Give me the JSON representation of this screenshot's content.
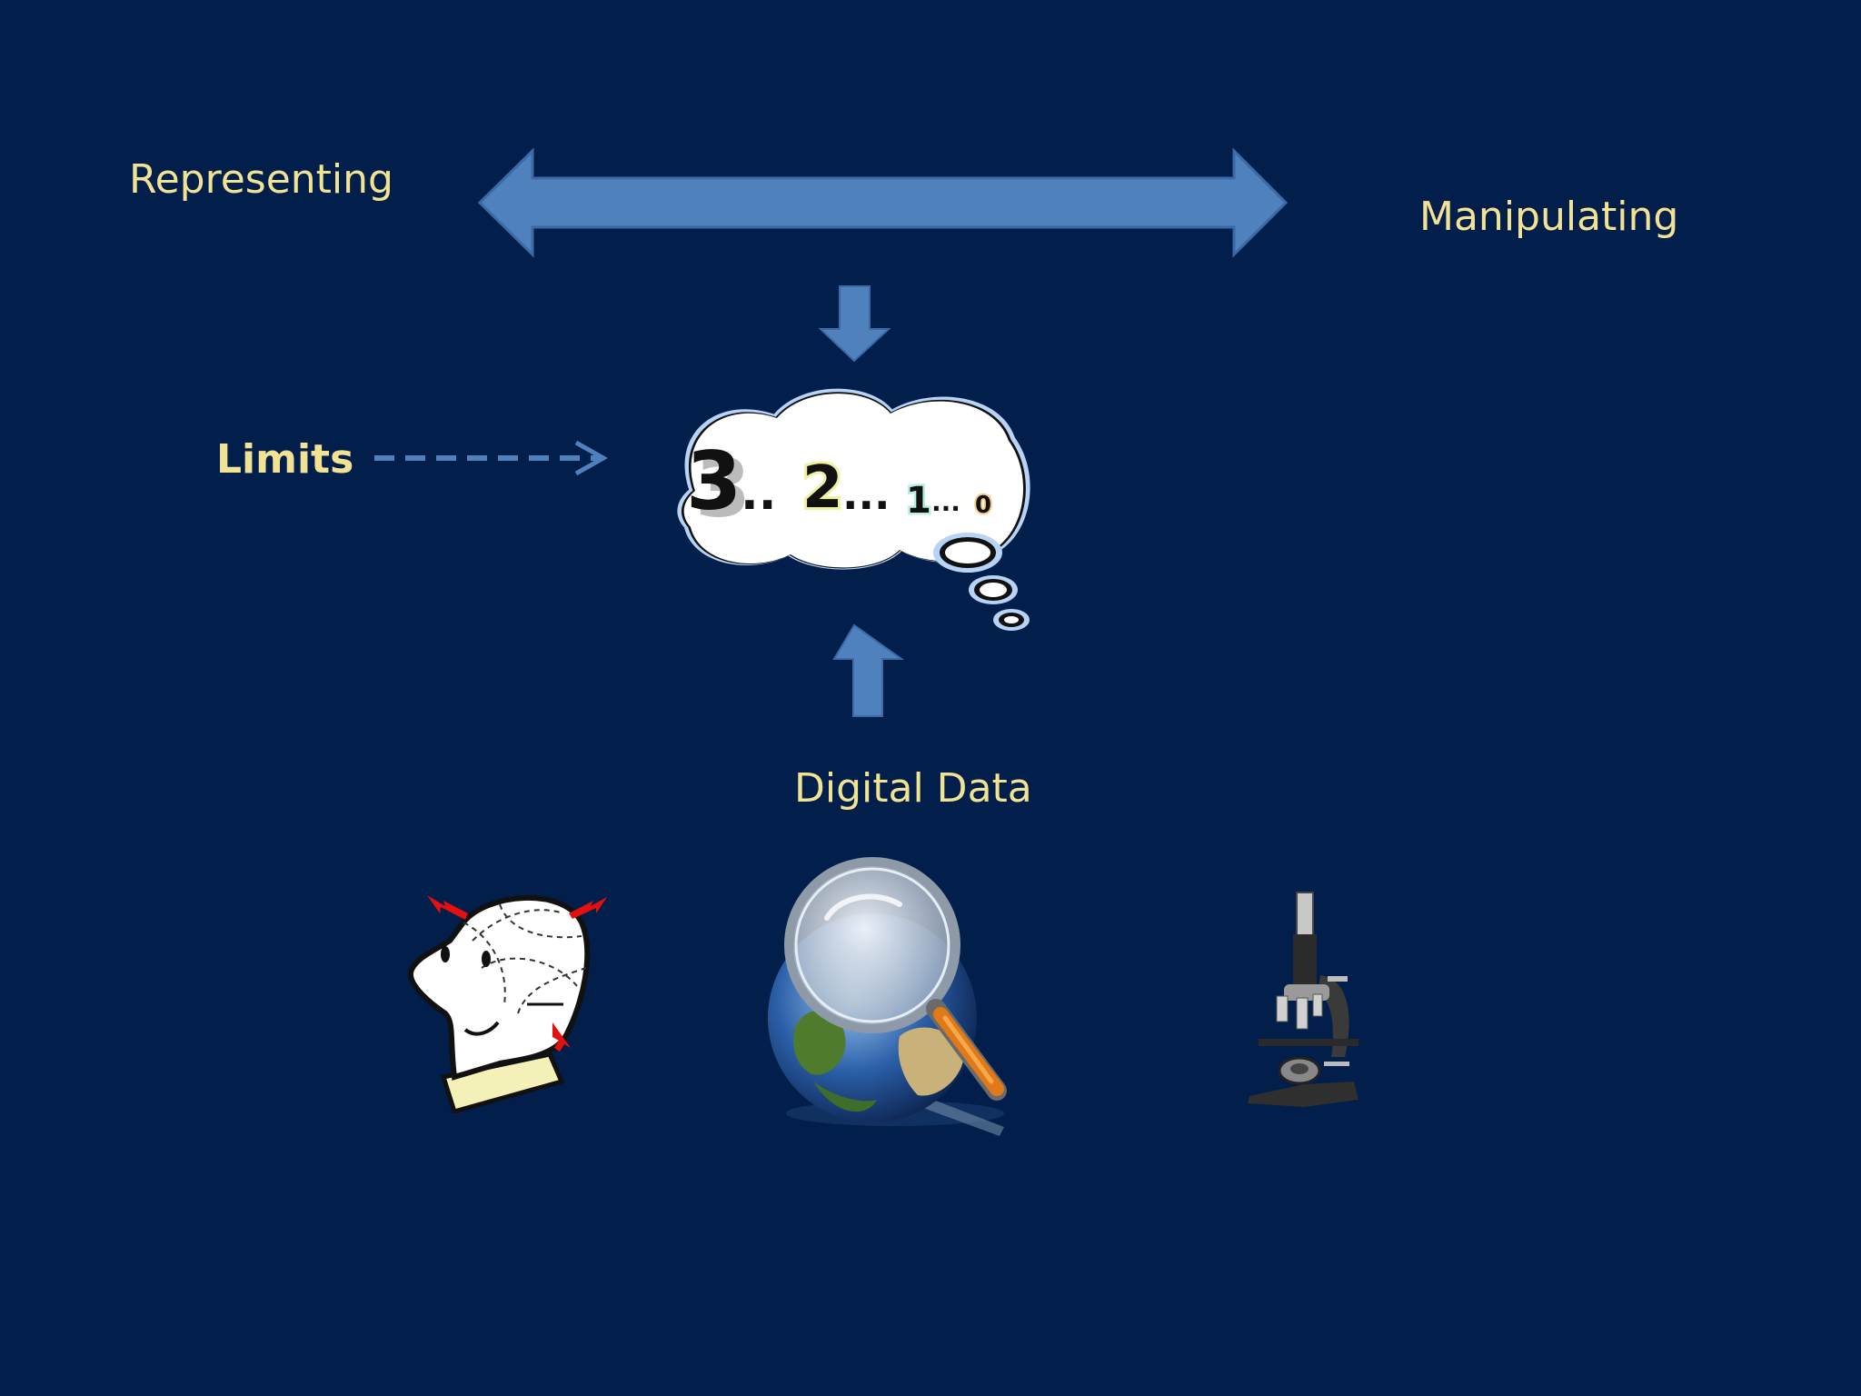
{
  "slide": {
    "background": "#021e4a",
    "accent_text_color": "#f2e394",
    "arrow_color": "#4f81bd",
    "labels": {
      "left_pole": "Representing",
      "right_pole": "Manipulating",
      "limits": "Limits",
      "digital_data": "Digital Data"
    },
    "countdown": {
      "n3": "3",
      "dots1": "..",
      "n2": "2",
      "dots2": "...",
      "n1": "1",
      "dots3": "...",
      "n0": "0"
    },
    "icons": [
      "double-arrow-icon",
      "down-arrow-icon",
      "up-arrow-icon",
      "dashed-arrow-icon",
      "thought-bubble-icon",
      "thinking-head-icon",
      "globe-magnifier-icon",
      "microscope-icon"
    ]
  }
}
